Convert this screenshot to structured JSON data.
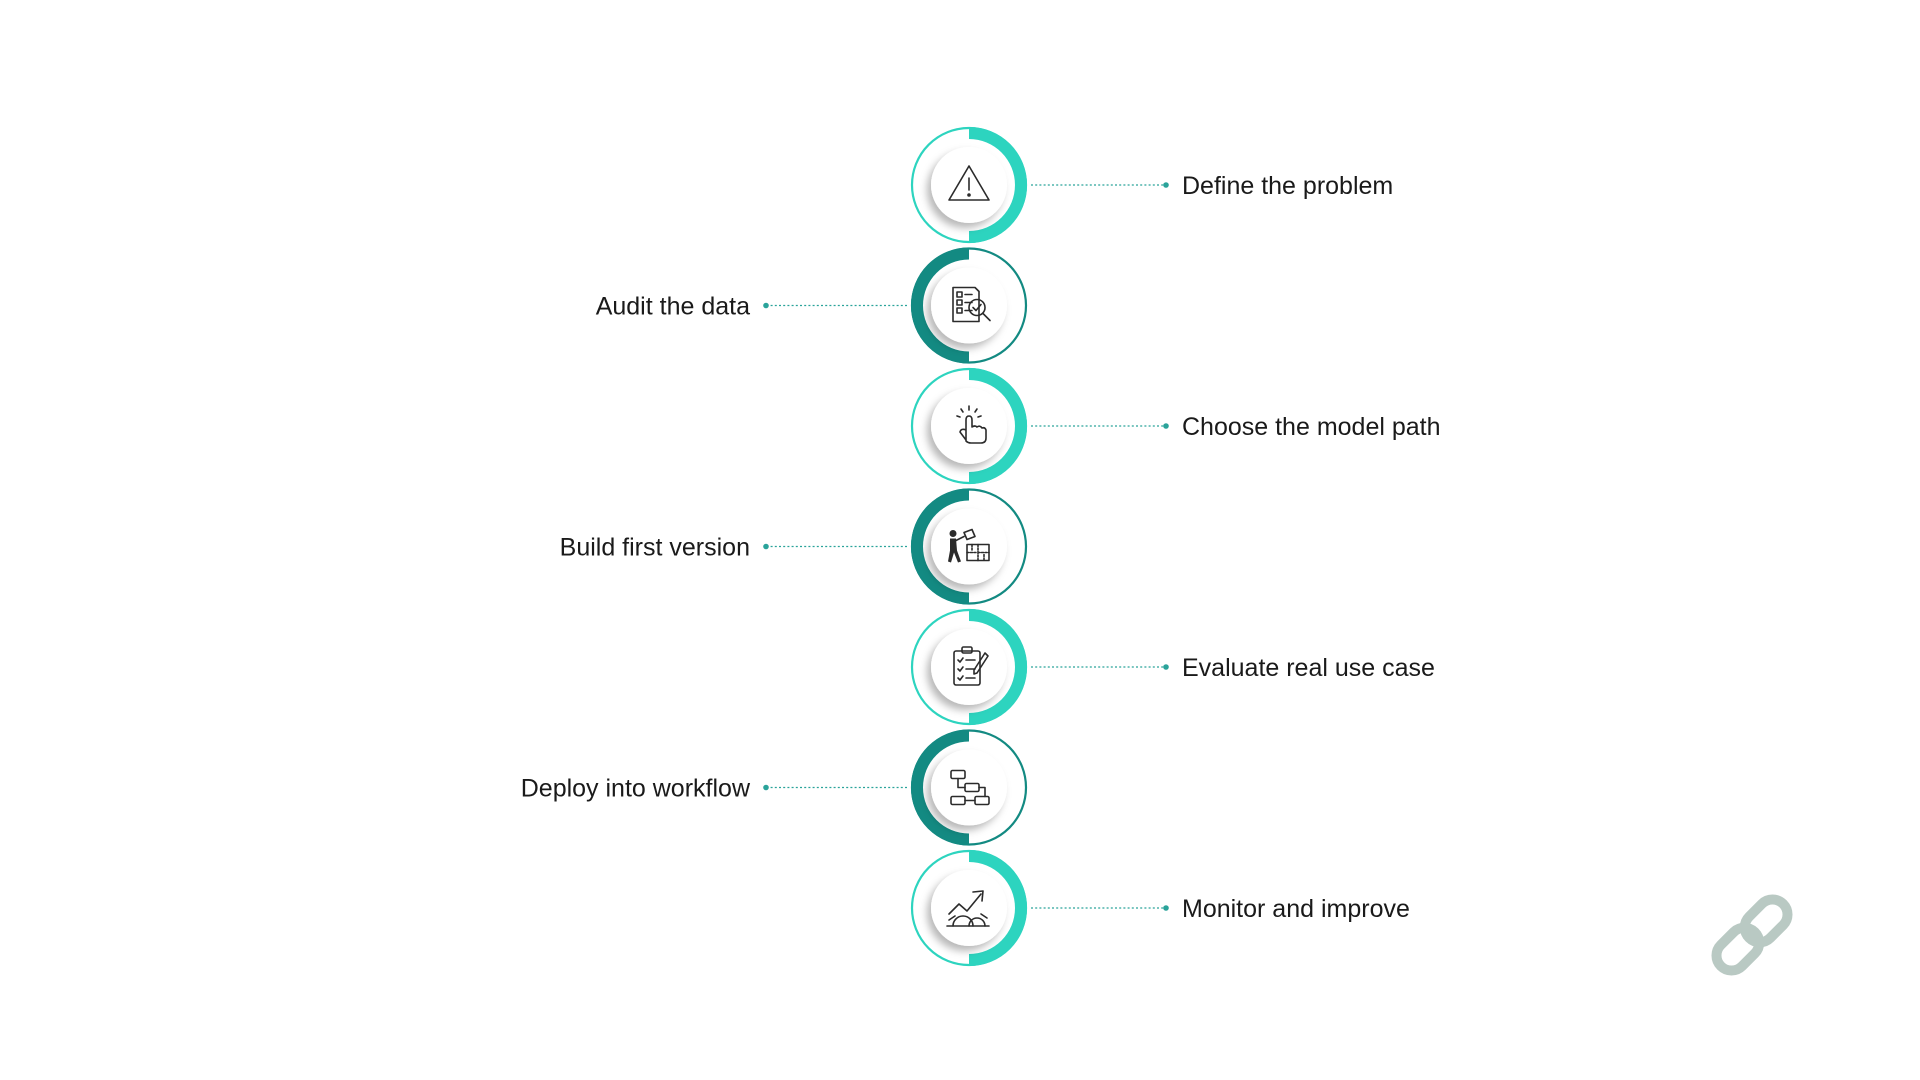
{
  "colors": {
    "background": "#ffffff",
    "accent_light": "#2dd4bf",
    "accent_dark": "#138a82",
    "connector": "#2aa39a",
    "text": "#1a1a1a",
    "logo": "#b9c9c3"
  },
  "steps": [
    {
      "label": "Define the problem",
      "side": "right",
      "icon": "warning-icon"
    },
    {
      "label": "Audit the data",
      "side": "left",
      "icon": "data-audit-icon"
    },
    {
      "label": "Choose the model path",
      "side": "right",
      "icon": "pointer-hand-icon"
    },
    {
      "label": "Build first version",
      "side": "left",
      "icon": "builder-icon"
    },
    {
      "label": "Evaluate real use case",
      "side": "right",
      "icon": "checklist-icon"
    },
    {
      "label": "Deploy into workflow",
      "side": "left",
      "icon": "workflow-icon"
    },
    {
      "label": "Monitor and improve",
      "side": "right",
      "icon": "growth-chart-icon"
    }
  ],
  "logo": {
    "icon": "link-logo-icon"
  }
}
